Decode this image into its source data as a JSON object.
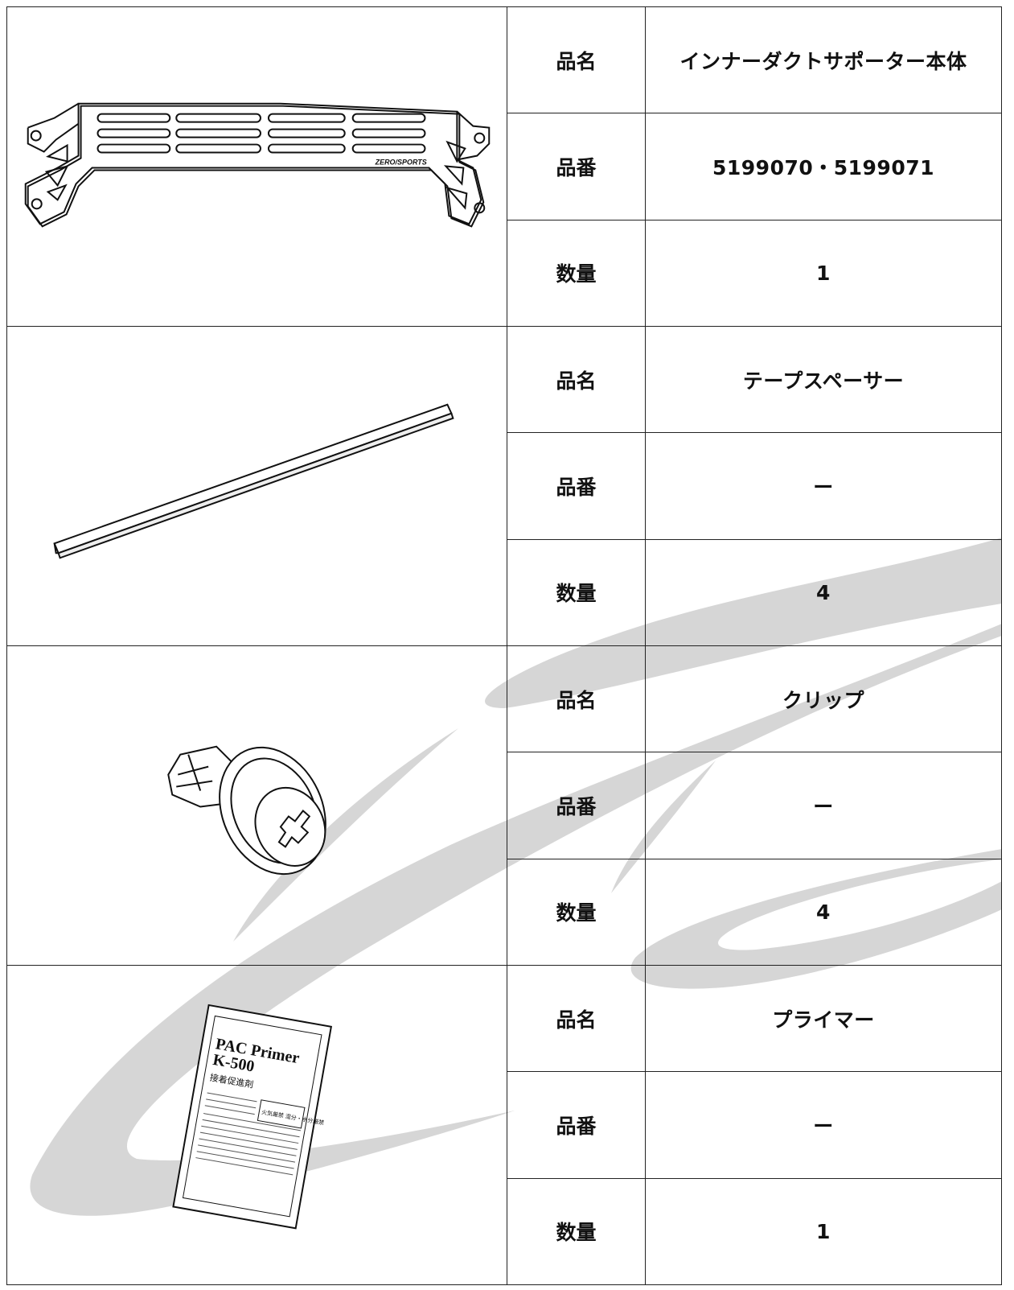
{
  "parts": [
    {
      "name_label": "品名",
      "name": "インナーダクトサポーター本体",
      "number_label": "品番",
      "number": "5199070・5199071",
      "quantity_label": "数量",
      "quantity": "1",
      "illustration": "inner-duct-supporter",
      "logo_text": "ZERO/SPORTS"
    },
    {
      "name_label": "品名",
      "name": "テープスペーサー",
      "number_label": "品番",
      "number": "ー",
      "quantity_label": "数量",
      "quantity": "4",
      "illustration": "tape-spacer"
    },
    {
      "name_label": "品名",
      "name": "クリップ",
      "number_label": "品番",
      "number": "ー",
      "quantity_label": "数量",
      "quantity": "4",
      "illustration": "clip"
    },
    {
      "name_label": "品名",
      "name": "プライマー",
      "number_label": "品番",
      "number": "ー",
      "quantity_label": "数量",
      "quantity": "1",
      "illustration": "primer-packet",
      "packet_title": "PAC Primer",
      "packet_model": "K-500",
      "packet_subtitle": "接着促進剤",
      "packet_warning": "火気厳禁 湿分・水分厳禁"
    }
  ]
}
